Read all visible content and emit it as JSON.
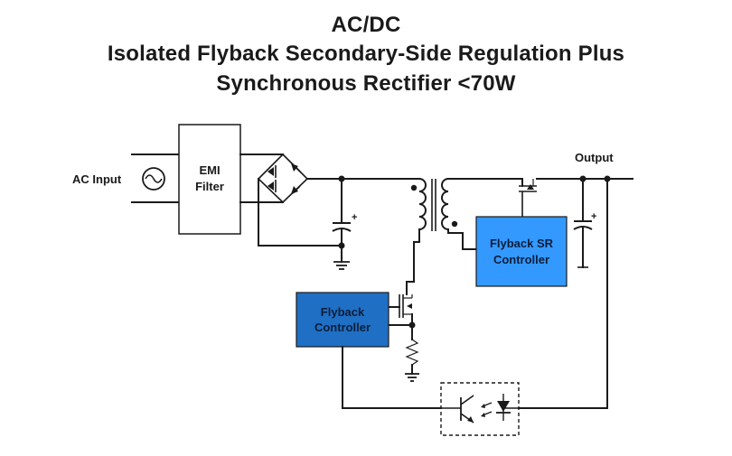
{
  "title": {
    "line1": "AC/DC",
    "line2": "Isolated Flyback Secondary-Side Regulation Plus",
    "line3": "Synchronous Rectifier <70W"
  },
  "labels": {
    "ac_input": "AC Input",
    "emi_line1": "EMI",
    "emi_line2": "Filter",
    "output": "Output",
    "flyback_sr_line1": "Flyback SR",
    "flyback_sr_line2": "Controller",
    "flyback_ctrl_line1": "Flyback",
    "flyback_ctrl_line2": "Controller"
  },
  "colors": {
    "sr_controller_fill": "#3399ff",
    "flyback_controller_fill": "#1f6fc4",
    "wire": "#1a1a1a"
  }
}
